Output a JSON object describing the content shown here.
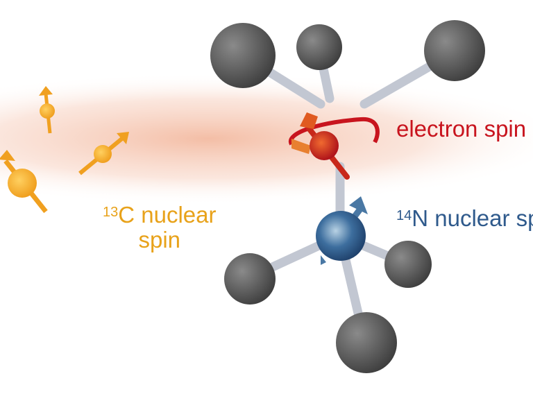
{
  "labels": {
    "c13_sup": "13",
    "c13_line1": "C nuclear",
    "c13_line2": "spin",
    "electron": "electron spin",
    "n14_sup": "14",
    "n14_text": "N nuclear spin"
  },
  "colors": {
    "c13": "#e8a21a",
    "electron": "#c8141e",
    "n14": "#2f5a8c",
    "carbon_atom": "#5a5a5a",
    "bond": "#c8ccd6",
    "glow": "#f0b8a0"
  }
}
